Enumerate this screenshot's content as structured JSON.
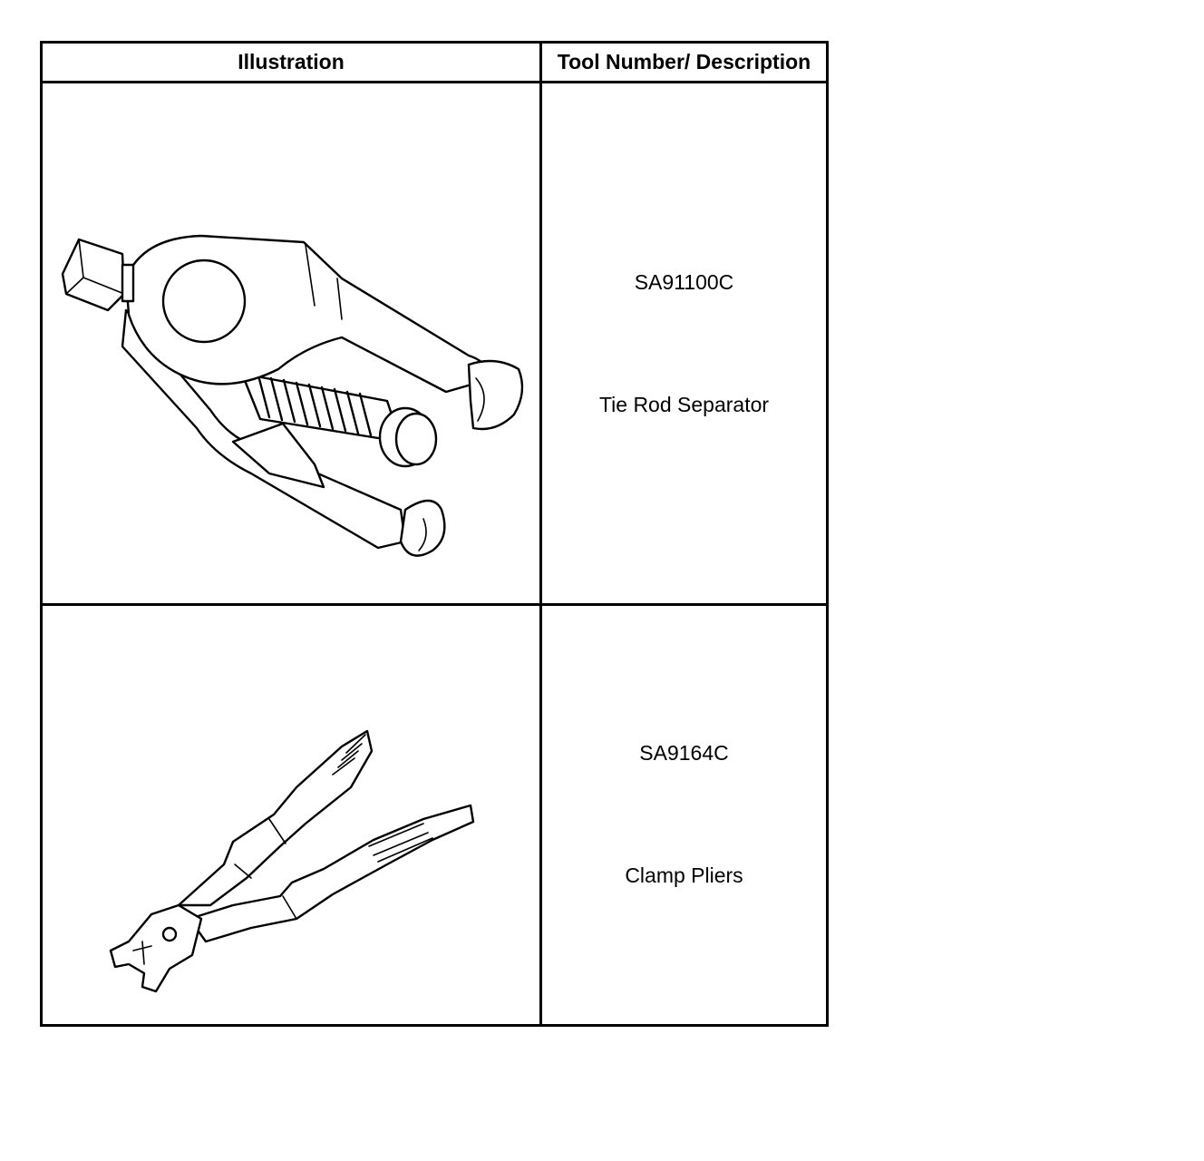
{
  "table": {
    "headers": {
      "illustration": "Illustration",
      "tool": "Tool Number/ Description"
    },
    "rows": [
      {
        "tool_number": "SA91100C",
        "description": "Tie Rod Separator",
        "illustration_icon": "tie-rod-separator-icon"
      },
      {
        "tool_number": "SA9164C",
        "description": "Clamp Pliers",
        "illustration_icon": "clamp-pliers-icon"
      }
    ]
  }
}
